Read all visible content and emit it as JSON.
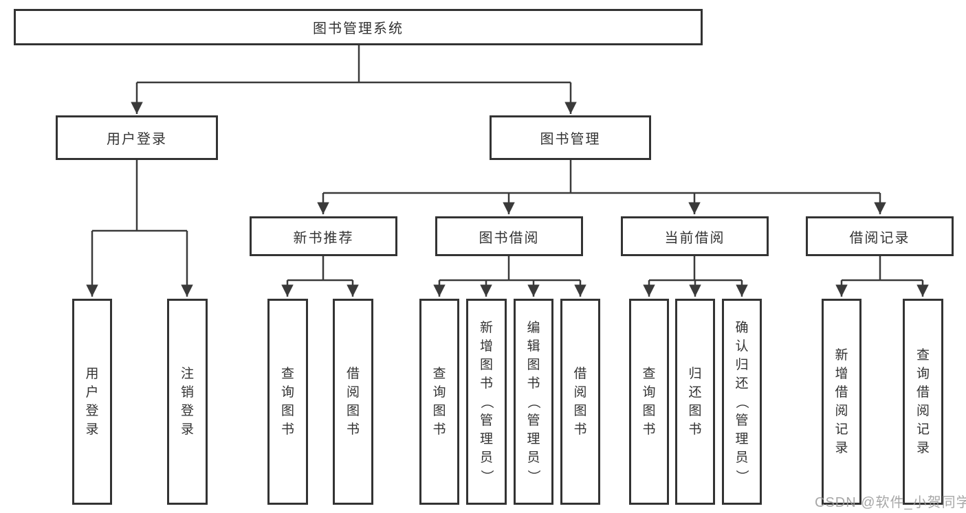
{
  "diagram": {
    "root": {
      "label": "图书管理系统"
    },
    "level2": [
      {
        "label": "用户登录"
      },
      {
        "label": "图书管理"
      }
    ],
    "level3": [
      {
        "label": "新书推荐"
      },
      {
        "label": "图书借阅"
      },
      {
        "label": "当前借阅"
      },
      {
        "label": "借阅记录"
      }
    ],
    "leaves": [
      {
        "label": "用户登录"
      },
      {
        "label": "注销登录"
      },
      {
        "label": "查询图书"
      },
      {
        "label": "借阅图书"
      },
      {
        "label": "查询图书"
      },
      {
        "label": "新增图书（管理员）"
      },
      {
        "label": "编辑图书（管理员）"
      },
      {
        "label": "借阅图书"
      },
      {
        "label": "查询图书"
      },
      {
        "label": "归还图书"
      },
      {
        "label": "确认归还（管理员）"
      },
      {
        "label": "新增借阅记录"
      },
      {
        "label": "查询借阅记录"
      }
    ],
    "colors": {
      "line": "#3a3a3a",
      "box_border": "#333333",
      "text": "#333333",
      "background": "#ffffff",
      "watermark": "#9b9b9b"
    },
    "watermark": "CSDN @软件_小贺同学"
  }
}
